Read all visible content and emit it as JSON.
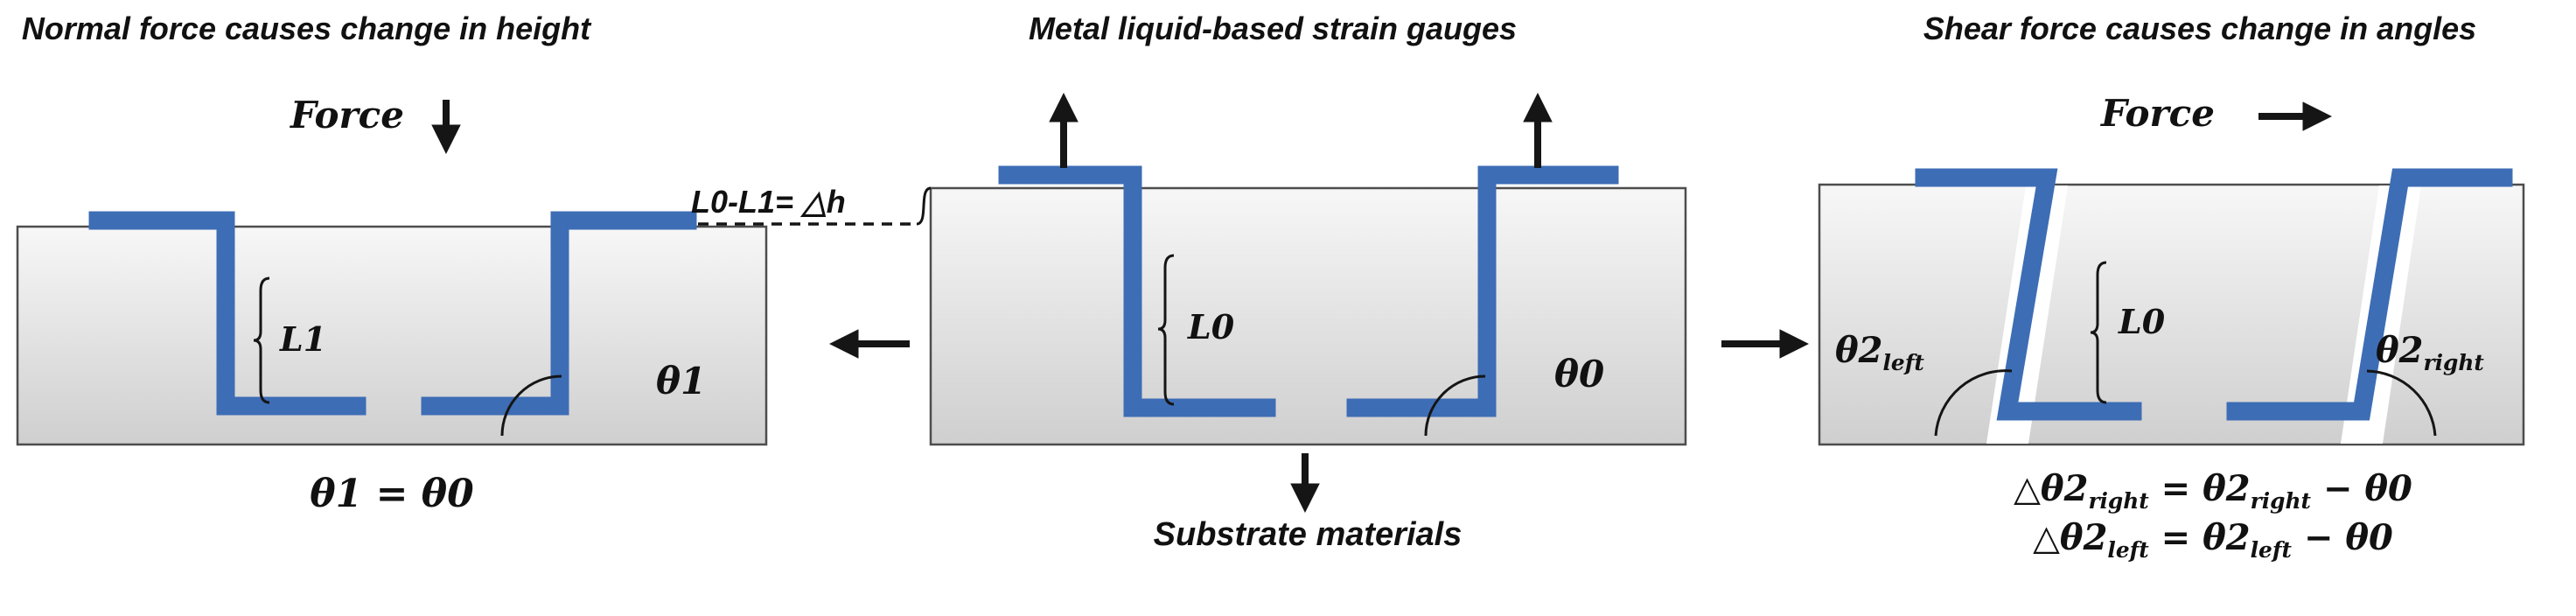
{
  "colors": {
    "gauge_blue": "#3d6db5",
    "block_border": "#4d4d4d",
    "text": "#111111",
    "arrow": "#151515",
    "block_fill_top": "#f7f7f7",
    "block_fill_bottom": "#cfcfcf"
  },
  "left_panel": {
    "title": "Normal force causes change in height",
    "force_label": "Force",
    "length_label": "L1",
    "angle_label": "θ1",
    "equation": "θ1 = θ0"
  },
  "middle_panel": {
    "title": "Metal liquid-based strain gauges",
    "height_change_label": "L0-L1= △h",
    "length_label": "L0",
    "angle_label": "θ0",
    "substrate_label": "Substrate materials"
  },
  "right_panel": {
    "title": "Shear force causes change in angles",
    "force_label": "Force",
    "length_label": "L0",
    "angle_left": {
      "base": "θ2",
      "sub": "left"
    },
    "angle_right": {
      "base": "θ2",
      "sub": "right"
    },
    "equation_right": {
      "p1": "△θ2",
      "s1": "right",
      "p2": " = θ2",
      "s2": "right",
      "p3": " − θ0"
    },
    "equation_left": {
      "p1": "△θ2",
      "s1": "left",
      "p2": " = θ2",
      "s2": "left",
      "p3": " − θ0"
    }
  },
  "arrows": {
    "left_force": "down-arrow",
    "middle_pull_left": "up-arrow",
    "middle_pull_right": "up-arrow",
    "substrate": "down-arrow",
    "to_left_panel": "left-arrow",
    "to_right_panel": "right-arrow",
    "right_force": "right-arrow"
  }
}
